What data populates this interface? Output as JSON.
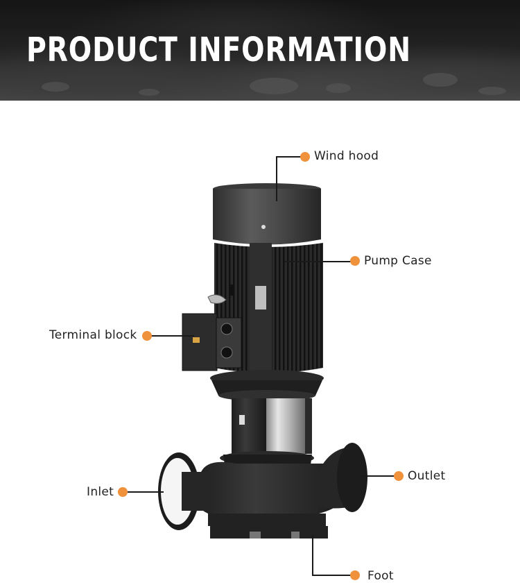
{
  "banner": {
    "title": "PRODUCT INFORMATION"
  },
  "callouts": {
    "wind_hood": "Wind hood",
    "pump_case": "Pump Case",
    "terminal_block": "Terminal block",
    "outlet": "Outlet",
    "inlet": "Inlet",
    "foot": "Foot"
  },
  "colors": {
    "accent": "#f0913b",
    "banner_text": "#ffffff",
    "label_text": "#222222"
  }
}
